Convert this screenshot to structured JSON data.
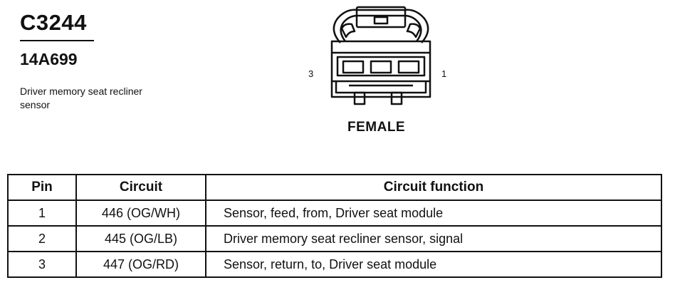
{
  "connector": {
    "id": "C3244",
    "part_number": "14A699",
    "description": "Driver memory seat recliner sensor",
    "view_label": "FEMALE",
    "pin_label_left": "3",
    "pin_label_right": "1"
  },
  "table": {
    "headers": {
      "pin": "Pin",
      "circuit": "Circuit",
      "function": "Circuit function"
    },
    "rows": [
      {
        "pin": "1",
        "circuit": "446 (OG/WH)",
        "function": "Sensor, feed, from, Driver seat module"
      },
      {
        "pin": "2",
        "circuit": "445 (OG/LB)",
        "function": "Driver memory seat recliner sensor, signal"
      },
      {
        "pin": "3",
        "circuit": "447 (OG/RD)",
        "function": "Sensor, return, to, Driver seat module"
      }
    ]
  }
}
